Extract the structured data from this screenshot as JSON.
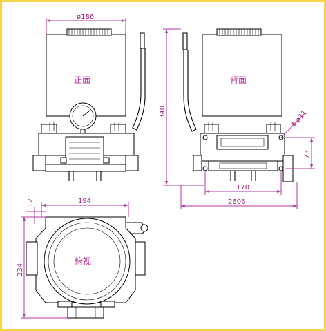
{
  "labels": {
    "front": "正面",
    "back": "背面",
    "top": "俯视"
  },
  "dimensions": {
    "diameter": "ø186",
    "height": "340",
    "holes": "4-ø11",
    "offset": "73",
    "hole_spacing": "170",
    "overall_width": "2606",
    "top_width": "194",
    "top_margin": "12",
    "depth": "234"
  },
  "colors": {
    "frame": "#f5d34a",
    "dimension": "#b23aa6",
    "outline": "#000000"
  }
}
